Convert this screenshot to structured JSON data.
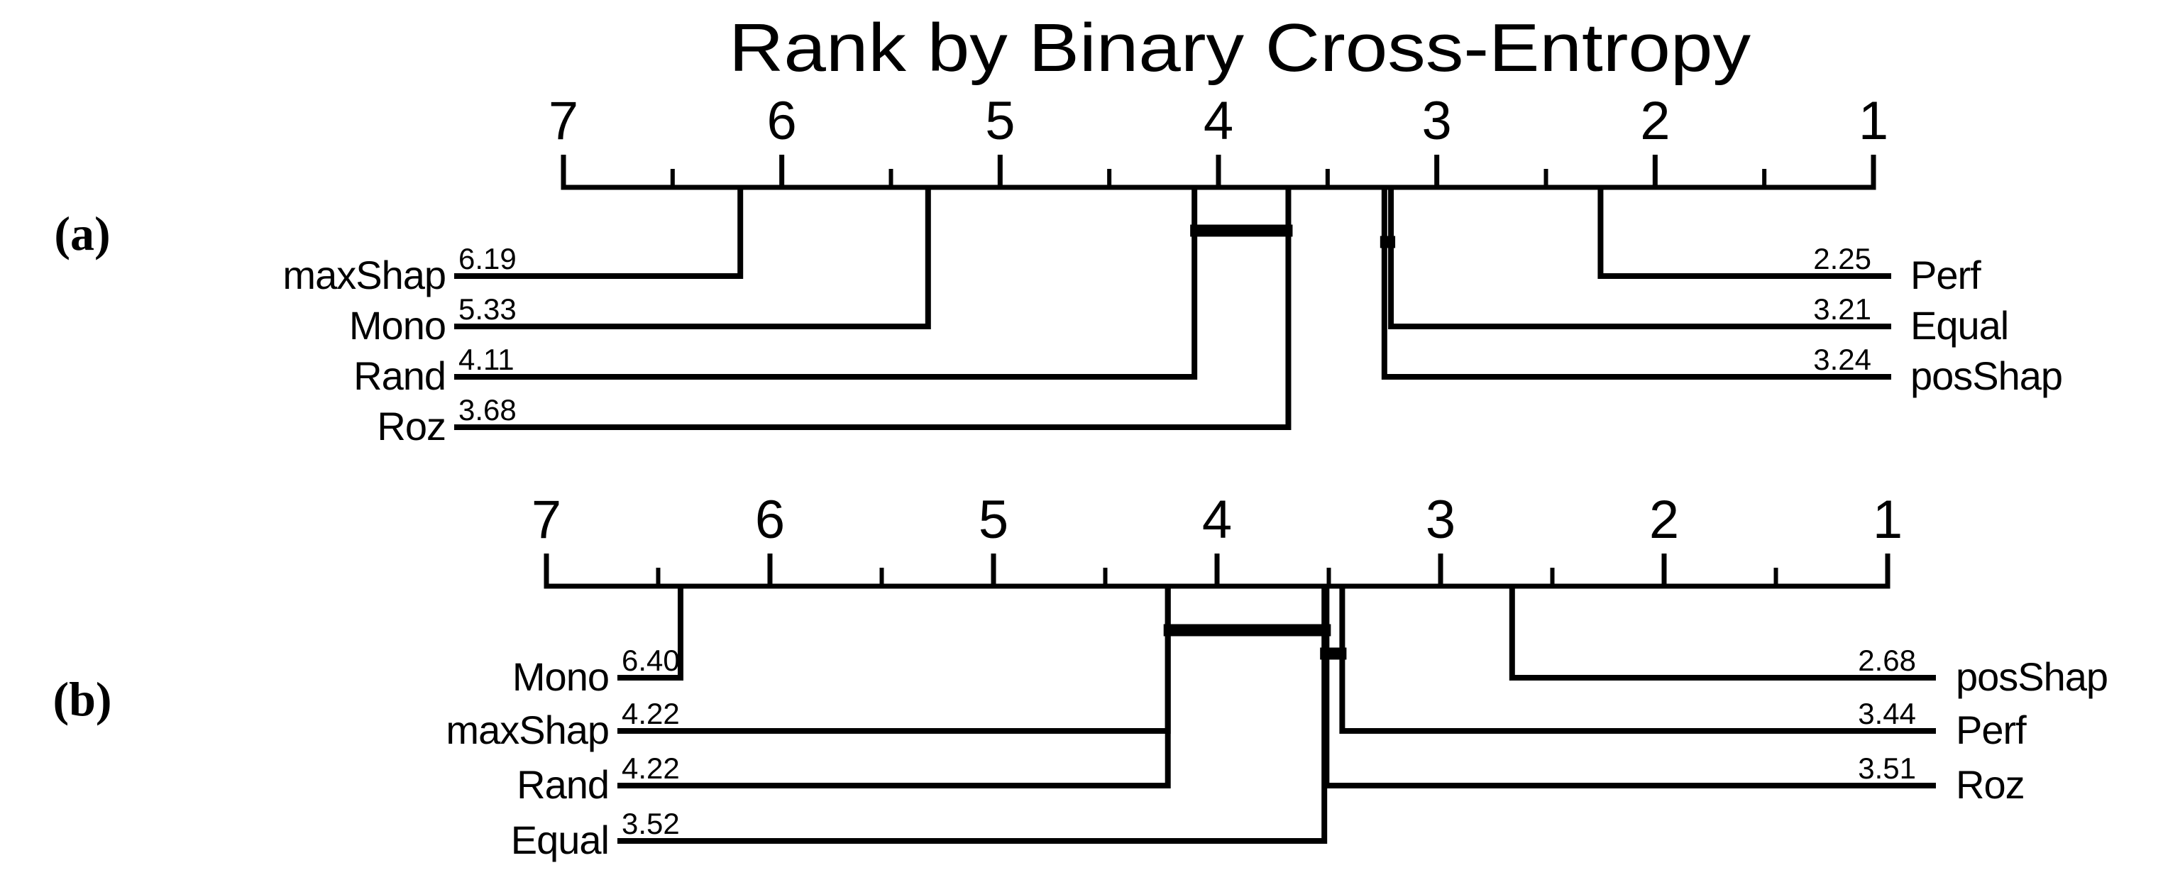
{
  "chart_data": {
    "type": "critical-difference-diagram",
    "title": "Rank by Binary Cross-Entropy",
    "axis": {
      "min": 1,
      "max": 7,
      "label_ticks": [
        7,
        6,
        5,
        4,
        3,
        2,
        1
      ],
      "minor_tick_step": 0.5,
      "orientation": "rank 7 on left, rank 1 (best) on right"
    },
    "ink_color": "#000000",
    "background_color": "#ffffff",
    "panels": [
      {
        "panel_label": "(a)",
        "methods": [
          {
            "name": "maxShap",
            "avg_rank": 6.19,
            "value_label": "6.19",
            "side": "left"
          },
          {
            "name": "Mono",
            "avg_rank": 5.33,
            "value_label": "5.33",
            "side": "left"
          },
          {
            "name": "Rand",
            "avg_rank": 4.11,
            "value_label": "4.11",
            "side": "left"
          },
          {
            "name": "Roz",
            "avg_rank": 3.68,
            "value_label": "3.68",
            "side": "left"
          },
          {
            "name": "Perf",
            "avg_rank": 2.25,
            "value_label": "2.25",
            "side": "right"
          },
          {
            "name": "Equal",
            "avg_rank": 3.21,
            "value_label": "3.21",
            "side": "right"
          },
          {
            "name": "posShap",
            "avg_rank": 3.24,
            "value_label": "3.24",
            "side": "right"
          }
        ],
        "cliques": [
          {
            "span": [
              4.11,
              3.68
            ],
            "members": [
              "Rand",
              "Roz"
            ]
          },
          {
            "span": [
              3.24,
              3.21
            ],
            "members": [
              "posShap",
              "Equal"
            ]
          }
        ]
      },
      {
        "panel_label": "(b)",
        "methods": [
          {
            "name": "Mono",
            "avg_rank": 6.4,
            "value_label": "6.40",
            "side": "left"
          },
          {
            "name": "maxShap",
            "avg_rank": 4.22,
            "value_label": "4.22",
            "side": "left"
          },
          {
            "name": "Rand",
            "avg_rank": 4.22,
            "value_label": "4.22",
            "side": "left"
          },
          {
            "name": "Equal",
            "avg_rank": 3.52,
            "value_label": "3.52",
            "side": "left"
          },
          {
            "name": "posShap",
            "avg_rank": 2.68,
            "value_label": "2.68",
            "side": "right"
          },
          {
            "name": "Perf",
            "avg_rank": 3.44,
            "value_label": "3.44",
            "side": "right"
          },
          {
            "name": "Roz",
            "avg_rank": 3.51,
            "value_label": "3.51",
            "side": "right"
          }
        ],
        "cliques": [
          {
            "span": [
              4.22,
              3.51
            ],
            "members": [
              "maxShap",
              "Rand",
              "Equal",
              "Roz"
            ]
          },
          {
            "span": [
              3.52,
              3.44
            ],
            "members": [
              "Equal",
              "Roz",
              "Perf"
            ]
          }
        ]
      }
    ]
  }
}
